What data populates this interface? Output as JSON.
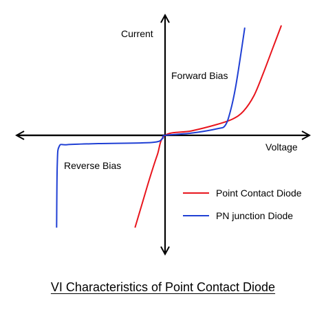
{
  "chart_data": {
    "type": "line",
    "title": "VI Characteristics of Point Contact Diode",
    "xlabel": "Voltage",
    "ylabel": "Current",
    "annotations": {
      "forward": "Forward Bias",
      "reverse": "Reverse Bias"
    },
    "legend_position": "bottom-right",
    "grid": false,
    "xlim": [
      -10,
      10
    ],
    "ylim": [
      -10,
      10
    ],
    "series": [
      {
        "name": "Point Contact Diode",
        "color": "#e8141c",
        "points": [
          [
            -2.3,
            -8.4
          ],
          [
            -1.8,
            -6.4
          ],
          [
            -1.2,
            -4.0
          ],
          [
            -0.6,
            -1.8
          ],
          [
            0,
            0
          ],
          [
            2.0,
            0.4
          ],
          [
            4.0,
            1.0
          ],
          [
            5.2,
            1.5
          ],
          [
            6.0,
            2.2
          ],
          [
            6.8,
            3.6
          ],
          [
            7.5,
            5.6
          ],
          [
            8.2,
            7.8
          ],
          [
            8.9,
            10.0
          ]
        ]
      },
      {
        "name": "PN junction Diode",
        "color": "#1f3fd4",
        "points": [
          [
            -8.3,
            -8.4
          ],
          [
            -8.25,
            -2.6
          ],
          [
            -8.1,
            -1.0
          ],
          [
            -7.5,
            -0.85
          ],
          [
            -5.0,
            -0.75
          ],
          [
            -1.0,
            -0.65
          ],
          [
            -0.2,
            -0.3
          ],
          [
            0,
            0
          ],
          [
            2.0,
            0.2
          ],
          [
            4.0,
            0.6
          ],
          [
            4.6,
            0.9
          ],
          [
            5.0,
            2.2
          ],
          [
            5.4,
            4.4
          ],
          [
            5.8,
            7.4
          ],
          [
            6.1,
            9.8
          ]
        ]
      }
    ]
  }
}
